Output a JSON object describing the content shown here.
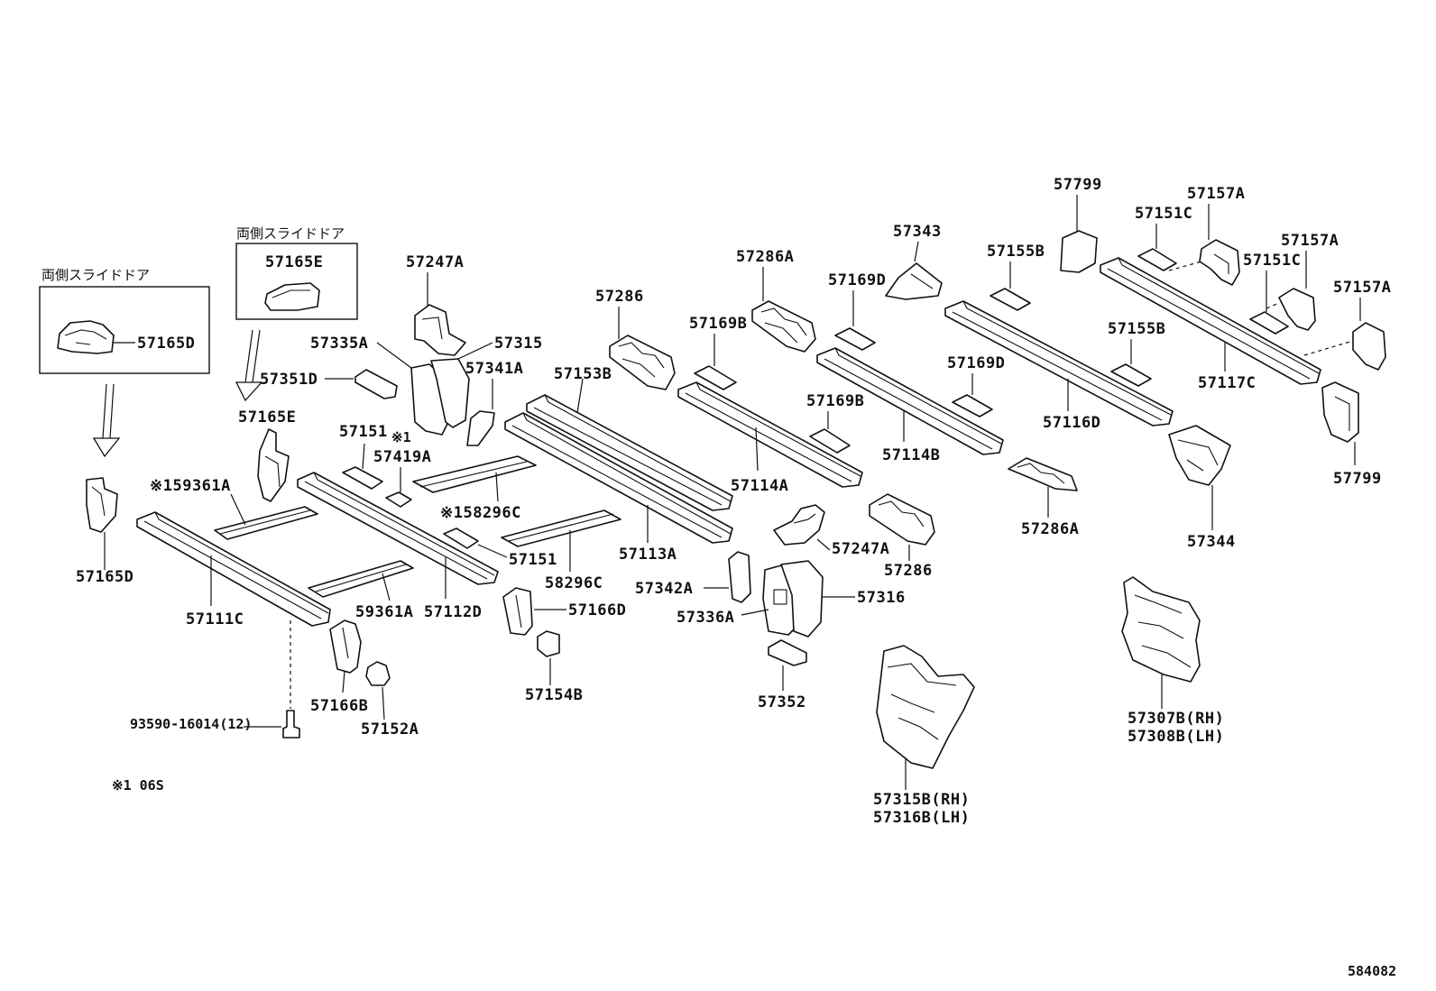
{
  "notes": {
    "option_label_1": "両側スライドドア",
    "option_label_2": "両側スライドドア",
    "footnote": "※1 06S",
    "diagram_id": "584082",
    "marker": "※1"
  },
  "labels": {
    "p57165D_box": "57165D",
    "p57165E_box": "57165E",
    "p57165D": "57165D",
    "p57165E": "57165E",
    "p59361A_top": "※159361A",
    "p59361A_bottom": "59361A",
    "p57111C": "57111C",
    "p93590": "93590-16014(12)",
    "p57166B": "57166B",
    "p57152A": "57152A",
    "p57247A_top": "57247A",
    "p57335A": "57335A",
    "p57315": "57315",
    "p57351D": "57351D",
    "p57341A": "57341A",
    "p57151_top": "57151",
    "p57419A": "57419A",
    "p57419A_mark": "※1",
    "p58296C_top": "※158296C",
    "p57151_bottom": "57151",
    "p58296C_bottom": "58296C",
    "p57112D": "57112D",
    "p57166D": "57166D",
    "p57154B": "57154B",
    "p57286_top": "57286",
    "p57153B": "57153B",
    "p57113A": "57113A",
    "p57286A_top": "57286A",
    "p57169B_top": "57169B",
    "p57169D_top": "57169D",
    "p57343": "57343",
    "p57114A": "57114A",
    "p57169B_mid": "57169B",
    "p57114B": "57114B",
    "p57169D_mid": "57169D",
    "p57247A_mid": "57247A",
    "p57286_bottom": "57286",
    "p57342A": "57342A",
    "p57336A": "57336A",
    "p57316": "57316",
    "p57352": "57352",
    "p57315B": "57315B(RH)",
    "p57316B": "57316B(LH)",
    "p57799_top": "57799",
    "p57155B_top": "57155B",
    "p57155B_mid": "57155B",
    "p57116D": "57116D",
    "p57286A_bottom": "57286A",
    "p57151C_top": "57151C",
    "p57157A_1": "57157A",
    "p57157A_2": "57157A",
    "p57151C_mid": "57151C",
    "p57157A_3": "57157A",
    "p57117C": "57117C",
    "p57799_bottom": "57799",
    "p57344": "57344",
    "p57307B": "57307B(RH)",
    "p57308B": "57308B(LH)"
  }
}
